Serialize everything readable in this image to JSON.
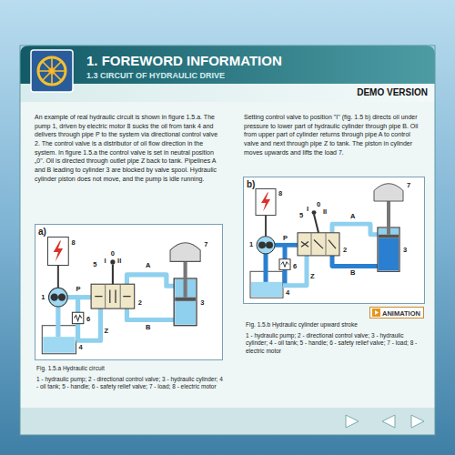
{
  "diagram": {
    "title": "1. FOREWORD INFORMATION",
    "nodes": [
      {
        "text": [
          "a)"
        ]
      },
      {
        "text": [
          "b)"
        ]
      },
      {
        "text": [
          "ANIMATION"
        ]
      }
    ],
    "labels": [
      "1.3 CIRCUIT OF HYDRAULIC DRIVE",
      "DEMO VERSION",
      "An example of real hydraulic circuit is shown in figure 1.5.a. The pump 1, driven by electric motor 8 sucks the oil from tank 4 and delivers through pipe P to the system via directional control valve 2. The control valve is a distributor of oil flow direction in the system. In figure 1.5.a the control valve is set in neutral position „0\". Oil is directed through outlet pipe Z back to tank. Pipelines A and B leading to cylinder 3 are blocked by valve spool. Hydraulic cylinder piston does not move, and the pump is idle running.",
      "Setting control valve to position \"I\" (fig. 1.5 b) directs oil under pressure to lower part of hydraulic cylinder through pipe B. Oil from upper part of cylinder returns through pipe A to control valve and next through pipe Z to tank. The piston in cylinder moves upwards and lifts the load 7.",
      "Fig. 1.5.a Hydraulic circuit",
      "1 - hydraulic pump; 2 - directional control valve; 3 - hydraulic cylinder; 4 - oil tank; 5 - handle; 6 - safety relief valve; 7 - load; 8 - electric motor",
      "Fig. 1.5.b Hydraulic cylinder upward stroke",
      "1 - hydraulic pump; 2 - directional control valve; 3 - hydraulic cylinder; 4 - oil tank; 5 - handle; 6 - safety relief valve; 7 - load; 8 - electric motor",
      "8",
      "7",
      "5",
      "0",
      "I",
      "II",
      "2",
      "P",
      "1",
      "6",
      "Z",
      "4",
      "A",
      "B",
      "3",
      "8",
      "7",
      "5",
      "0",
      "I",
      "II",
      "2",
      "P",
      "1",
      "6",
      "Z",
      "4",
      "A",
      "B",
      "3"
    ]
  }
}
